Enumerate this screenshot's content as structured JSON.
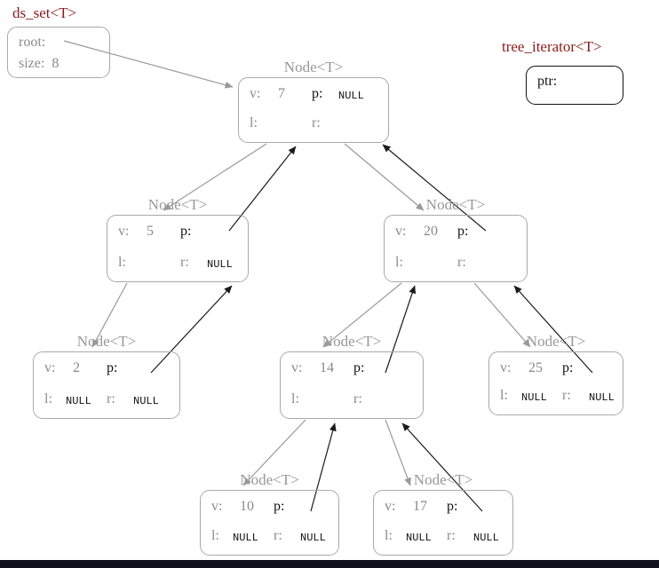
{
  "ds_set": {
    "title": "ds_set<T>",
    "root_label": "root:",
    "size_label": "size:",
    "size_value": "8"
  },
  "iterator": {
    "title": "tree_iterator<T>",
    "ptr_label": "ptr:"
  },
  "nodes": [
    {
      "type": "Node<T>",
      "v_label": "v:",
      "v": "7",
      "p_label": "p:",
      "p": "NULL",
      "l_label": "l:",
      "l": "",
      "r_label": "r:",
      "r": ""
    },
    {
      "type": "Node<T>",
      "v_label": "v:",
      "v": "5",
      "p_label": "p:",
      "p": "",
      "l_label": "l:",
      "l": "",
      "r_label": "r:",
      "r": "NULL"
    },
    {
      "type": "Node<T>",
      "v_label": "v:",
      "v": "20",
      "p_label": "p:",
      "p": "",
      "l_label": "l:",
      "l": "",
      "r_label": "r:",
      "r": ""
    },
    {
      "type": "Node<T>",
      "v_label": "v:",
      "v": "2",
      "p_label": "p:",
      "p": "",
      "l_label": "l:",
      "l": "NULL",
      "r_label": "r:",
      "r": "NULL"
    },
    {
      "type": "Node<T>",
      "v_label": "v:",
      "v": "14",
      "p_label": "p:",
      "p": "",
      "l_label": "l:",
      "l": "",
      "r_label": "r:",
      "r": ""
    },
    {
      "type": "Node<T>",
      "v_label": "v:",
      "v": "25",
      "p_label": "p:",
      "p": "",
      "l_label": "l:",
      "l": "NULL",
      "r_label": "r:",
      "r": "NULL"
    },
    {
      "type": "Node<T>",
      "v_label": "v:",
      "v": "10",
      "p_label": "p:",
      "p": "",
      "l_label": "l:",
      "l": "NULL",
      "r_label": "r:",
      "r": "NULL"
    },
    {
      "type": "Node<T>",
      "v_label": "v:",
      "v": "17",
      "p_label": "p:",
      "p": "",
      "l_label": "l:",
      "l": "NULL",
      "r_label": "r:",
      "r": "NULL"
    }
  ],
  "tree": {
    "root_value": 7,
    "size": 8,
    "edges": [
      {
        "parent": 7,
        "side": "left",
        "child": 5
      },
      {
        "parent": 7,
        "side": "right",
        "child": 20
      },
      {
        "parent": 5,
        "side": "left",
        "child": 2
      },
      {
        "parent": 20,
        "side": "left",
        "child": 14
      },
      {
        "parent": 20,
        "side": "right",
        "child": 25
      },
      {
        "parent": 14,
        "side": "left",
        "child": 10
      },
      {
        "parent": 14,
        "side": "right",
        "child": 17
      }
    ]
  },
  "colors": {
    "struct_title": "#8b1a1a",
    "muted_gray": "#8a8a8a",
    "ink_black": "#111111",
    "gray_arrow": "#9a9a9a",
    "black_arrow": "#1a1a1a"
  }
}
